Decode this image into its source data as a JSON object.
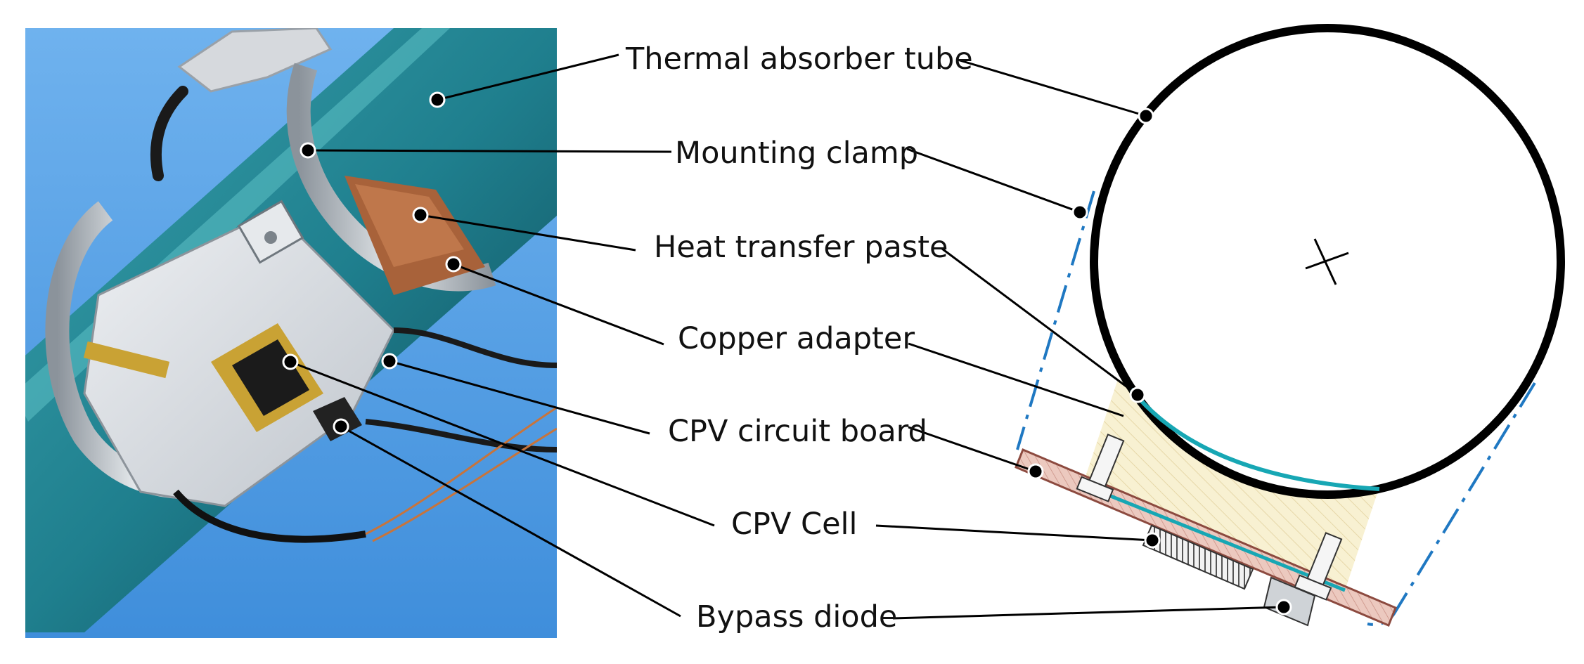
{
  "labels": {
    "thermal_absorber_tube": "Thermal absorber tube",
    "mounting_clamp": "Mounting clamp",
    "heat_transfer_paste": "Heat transfer paste",
    "copper_adapter": "Copper adapter",
    "cpv_circuit_board": "CPV circuit board",
    "cpv_cell": "CPV Cell",
    "bypass_diode": "Bypass diode"
  },
  "colors": {
    "sky": "#5da7e6",
    "tube": "#1f7f8e",
    "tube_dark": "#0f4e5c",
    "board": "#d9dde2",
    "copper": "#a8623a",
    "gold": "#c9a234",
    "clamp": "#b9c0c7",
    "dash_line": "#1f78c2",
    "paste_line": "#17a7b4",
    "adapter_fill": "#f8f1d2",
    "pcb_fill": "#e9c3b9",
    "pcb_stroke": "#8c4a3f",
    "leader": "#000000"
  }
}
